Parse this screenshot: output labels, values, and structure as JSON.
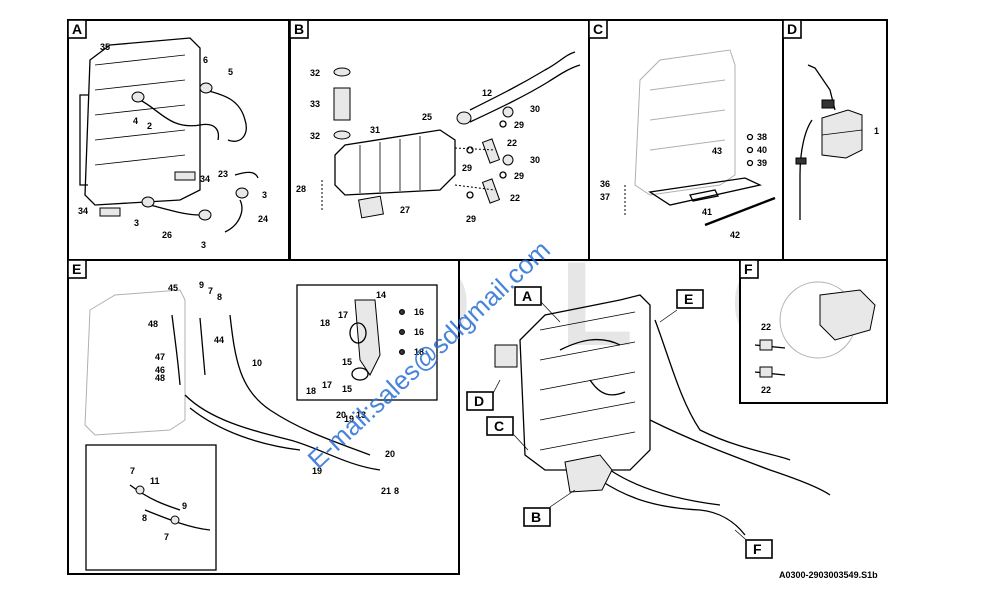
{
  "panels": {
    "A": {
      "tag": "A",
      "labels": [
        "35",
        "6",
        "5",
        "4",
        "2",
        "34",
        "23",
        "3",
        "34",
        "3",
        "26",
        "3",
        "24"
      ]
    },
    "B": {
      "tag": "B",
      "labels": [
        "32",
        "33",
        "32",
        "31",
        "28",
        "27",
        "12",
        "25",
        "30",
        "29",
        "22",
        "30",
        "29",
        "22",
        "29",
        "29"
      ]
    },
    "C": {
      "tag": "C",
      "labels": [
        "38",
        "40",
        "39",
        "43",
        "36",
        "37",
        "41",
        "42"
      ]
    },
    "D": {
      "tag": "D",
      "labels": [
        "1"
      ]
    },
    "E": {
      "tag": "E",
      "labels": [
        "45",
        "9",
        "7",
        "8",
        "48",
        "47",
        "46",
        "48",
        "44",
        "10",
        "14",
        "16",
        "16",
        "18",
        "17",
        "15",
        "18",
        "17",
        "15",
        "18",
        "20",
        "19",
        "13",
        "19",
        "20",
        "21",
        "8",
        "7",
        "11",
        "8",
        "9",
        "7"
      ]
    },
    "F": {
      "tag": "F",
      "labels": [
        "22",
        "22"
      ]
    },
    "main": {
      "tags": [
        "A",
        "E",
        "D",
        "C",
        "B",
        "F"
      ]
    }
  },
  "watermark": {
    "letters": [
      "S",
      "D",
      "L",
      "G"
    ],
    "email": "E-mail:sales@sdlgmail.com"
  },
  "drawing_code": "A0300-2903003549.S1b"
}
